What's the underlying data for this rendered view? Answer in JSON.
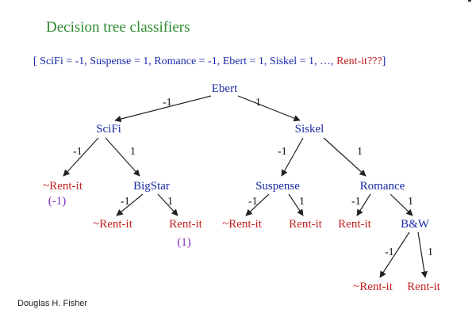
{
  "slide": {
    "title": "Decision tree classifiers",
    "query": {
      "prefix": "[ SciFi = -1, Suspense = 1, Romance = -1, Ebert = 1, Siskel = 1, …, ",
      "target": "Rent-it???",
      "suffix": "]"
    },
    "author": "Douglas H. Fisher"
  },
  "colors": {
    "title": "#2e8b2e",
    "attribute_node": "#1a2aa8",
    "leaf_node": "#c41e1e",
    "leaf_value": "#7b2fbe",
    "edge": "#222222"
  },
  "tree": {
    "nodes": {
      "ebert": {
        "label": "Ebert",
        "kind": "attribute"
      },
      "scifi": {
        "label": "SciFi",
        "kind": "attribute"
      },
      "siskel": {
        "label": "Siskel",
        "kind": "attribute"
      },
      "leaf_scifi_neg": {
        "label": "~Rent-it",
        "kind": "leaf"
      },
      "bigstar": {
        "label": "BigStar",
        "kind": "attribute"
      },
      "suspense": {
        "label": "Suspense",
        "kind": "attribute"
      },
      "romance": {
        "label": "Romance",
        "kind": "attribute"
      },
      "leaf_bigstar_neg": {
        "label": "~Rent-it",
        "kind": "leaf"
      },
      "leaf_bigstar_pos": {
        "label": "Rent-it",
        "kind": "leaf"
      },
      "leaf_suspense_neg": {
        "label": "~Rent-it",
        "kind": "leaf"
      },
      "leaf_suspense_pos": {
        "label": "Rent-it",
        "kind": "leaf"
      },
      "leaf_romance_neg": {
        "label": "Rent-it",
        "kind": "leaf"
      },
      "bw": {
        "label": "B&W",
        "kind": "attribute"
      },
      "leaf_bw_neg": {
        "label": "~Rent-it",
        "kind": "leaf"
      },
      "leaf_bw_pos": {
        "label": "Rent-it",
        "kind": "leaf"
      }
    },
    "leaf_values": {
      "leaf_scifi_neg": "(-1)",
      "leaf_bigstar_pos": "(1)"
    },
    "edges": [
      {
        "from": "ebert",
        "to": "scifi",
        "label": "-1"
      },
      {
        "from": "ebert",
        "to": "siskel",
        "label": "1"
      },
      {
        "from": "scifi",
        "to": "leaf_scifi_neg",
        "label": "-1"
      },
      {
        "from": "scifi",
        "to": "bigstar",
        "label": "1"
      },
      {
        "from": "bigstar",
        "to": "leaf_bigstar_neg",
        "label": "-1"
      },
      {
        "from": "bigstar",
        "to": "leaf_bigstar_pos",
        "label": "1"
      },
      {
        "from": "siskel",
        "to": "suspense",
        "label": "-1"
      },
      {
        "from": "siskel",
        "to": "romance",
        "label": "1"
      },
      {
        "from": "suspense",
        "to": "leaf_suspense_neg",
        "label": "-1"
      },
      {
        "from": "suspense",
        "to": "leaf_suspense_pos",
        "label": "1"
      },
      {
        "from": "romance",
        "to": "leaf_romance_neg",
        "label": "-1"
      },
      {
        "from": "romance",
        "to": "bw",
        "label": "1"
      },
      {
        "from": "bw",
        "to": "leaf_bw_neg",
        "label": "-1"
      },
      {
        "from": "bw",
        "to": "leaf_bw_pos",
        "label": "1"
      }
    ]
  }
}
